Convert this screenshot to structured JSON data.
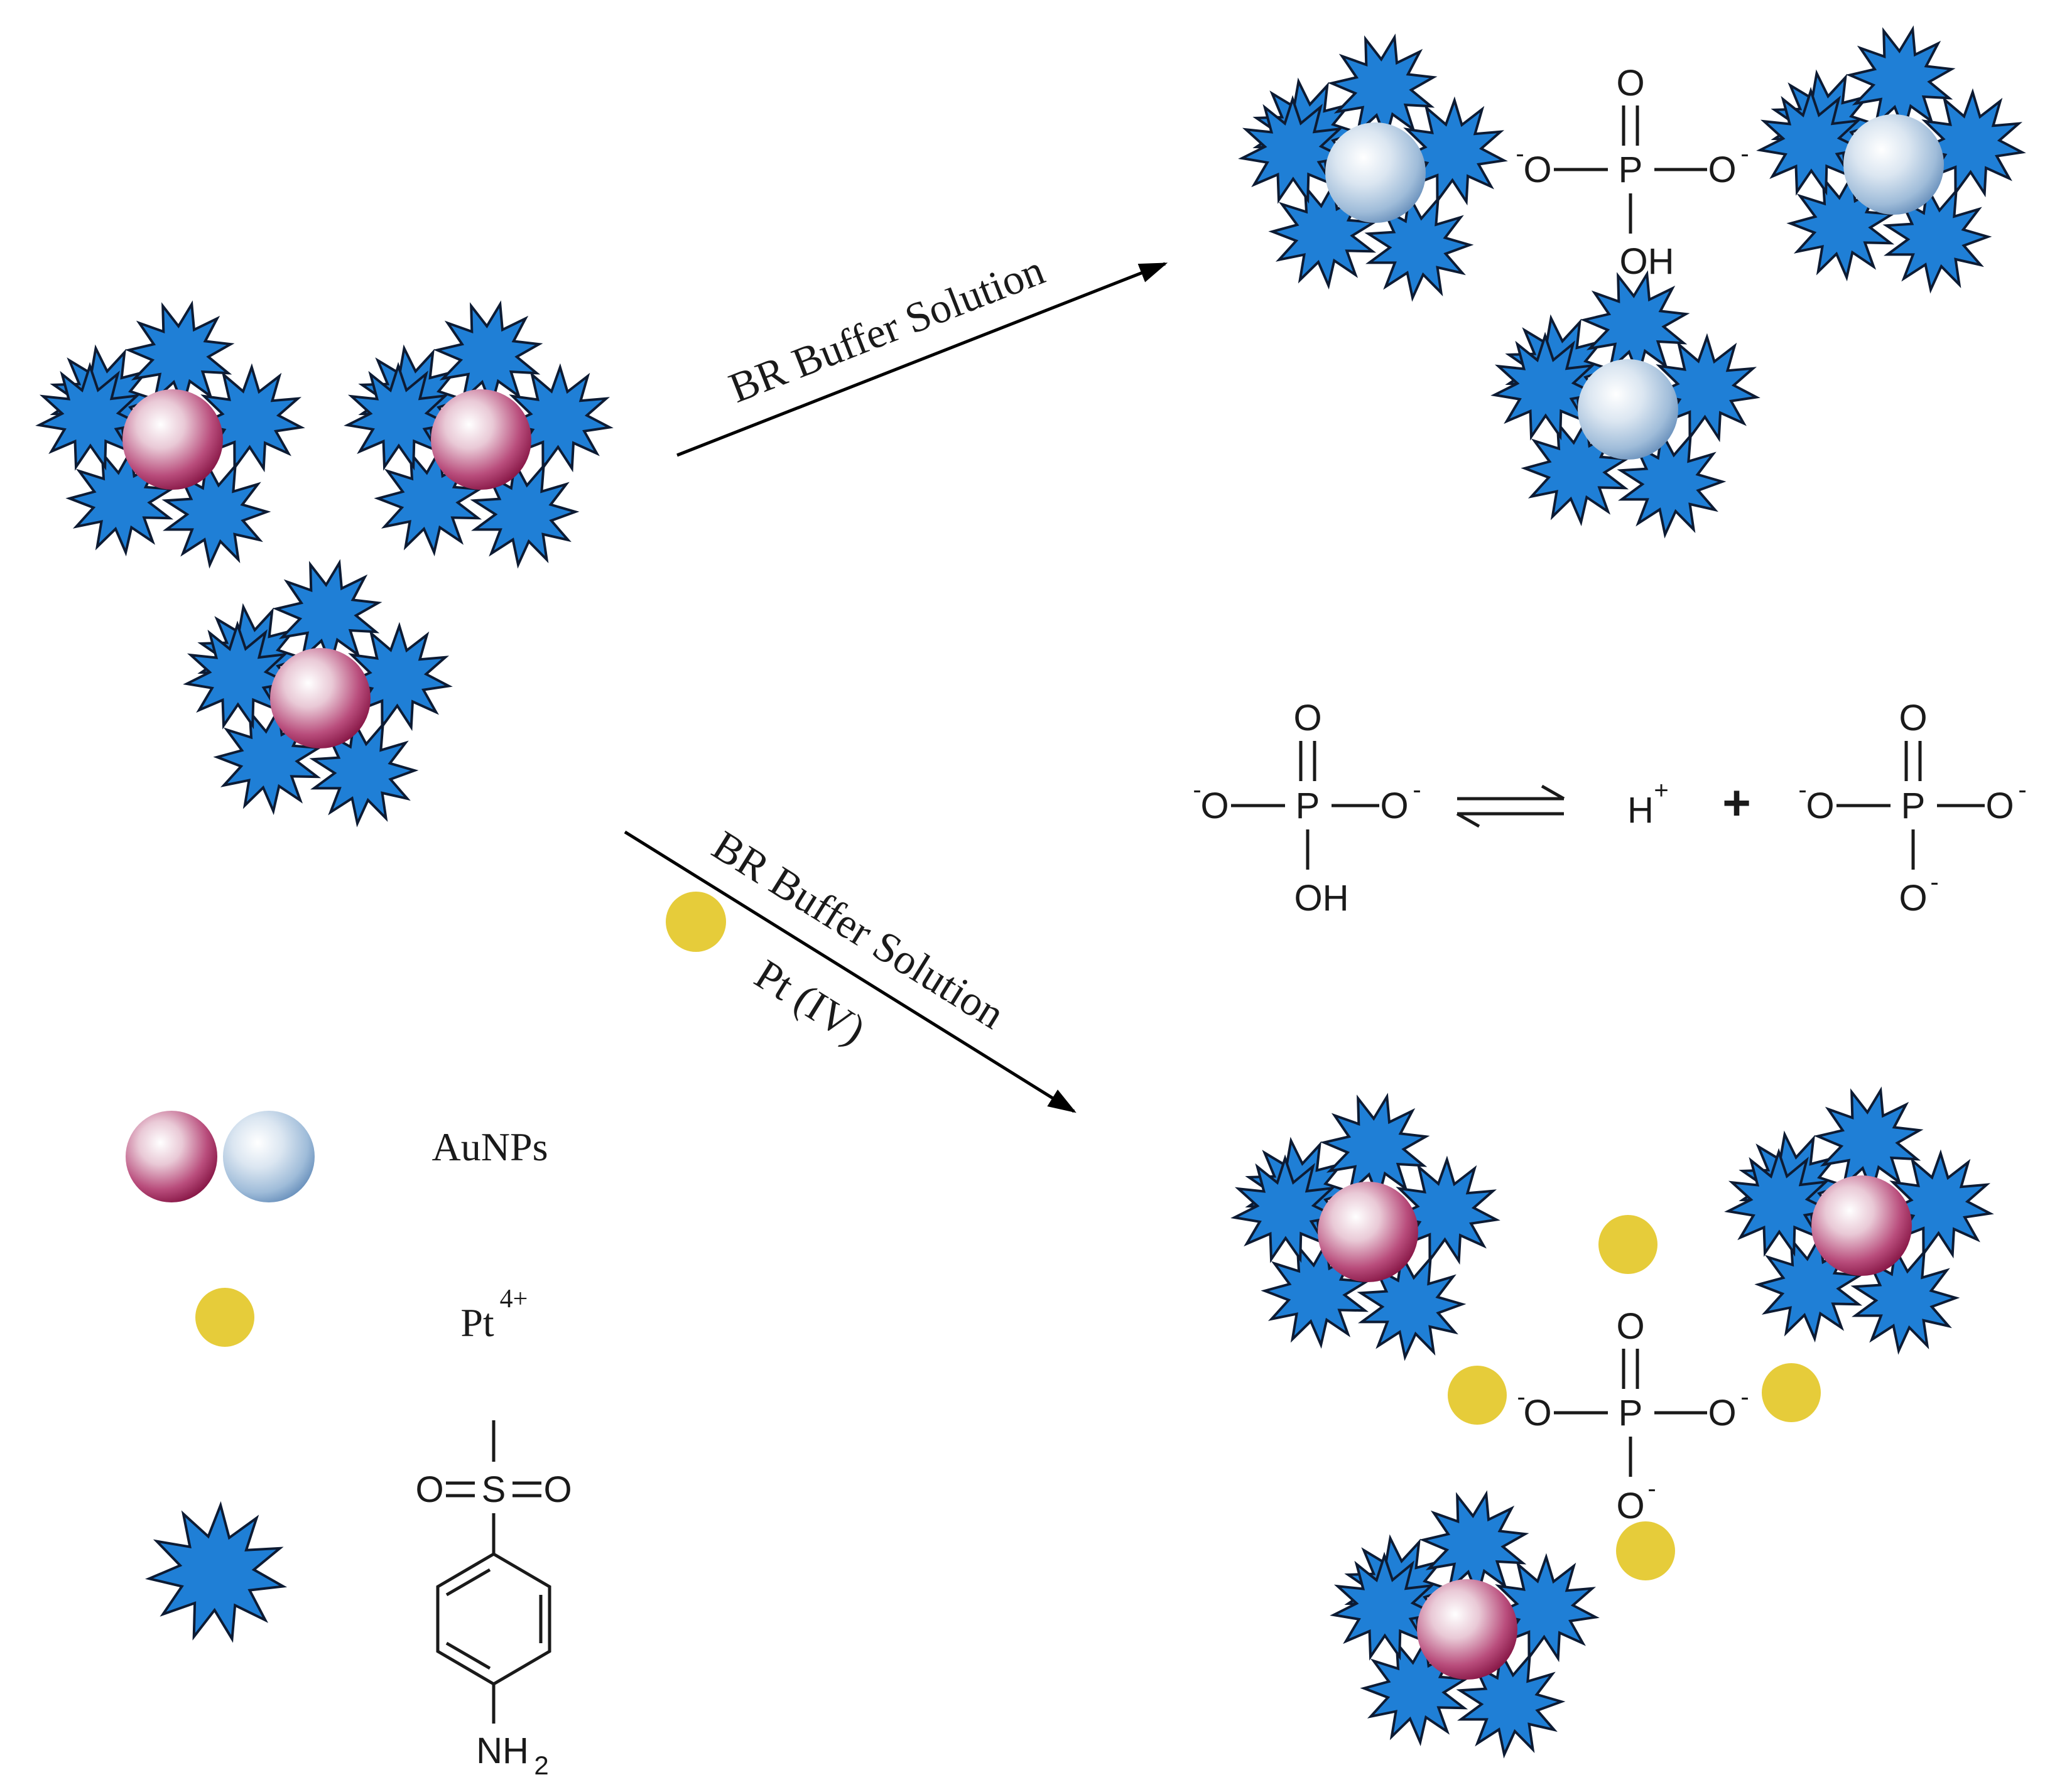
{
  "arrows": {
    "top_label": "BR Buffer Solution",
    "bottom_label": "BR Buffer Solution",
    "bottom_sub_label": "Pt (IV)"
  },
  "legend": {
    "aunps_label": "AuNPs",
    "pt_ion": "Pt",
    "pt_charge": "4+",
    "sulfonyl_o_left": "O",
    "sulfonyl_s": "S",
    "sulfonyl_o_right": "O",
    "amine_n": "NH",
    "amine_sub": "2"
  },
  "equilibrium": {
    "proton": "H",
    "proton_charge": "+",
    "plus": "+"
  },
  "phosphate": {
    "o": "O",
    "p": "P",
    "oh": "OH",
    "minus": "-"
  },
  "colors": {
    "star_fill": "#1f7fd6",
    "star_stroke": "#0d1b33",
    "red_np": "#9e1f54",
    "blue_np": "#7fa8cf",
    "pt_dot": "#e6cc3a"
  }
}
